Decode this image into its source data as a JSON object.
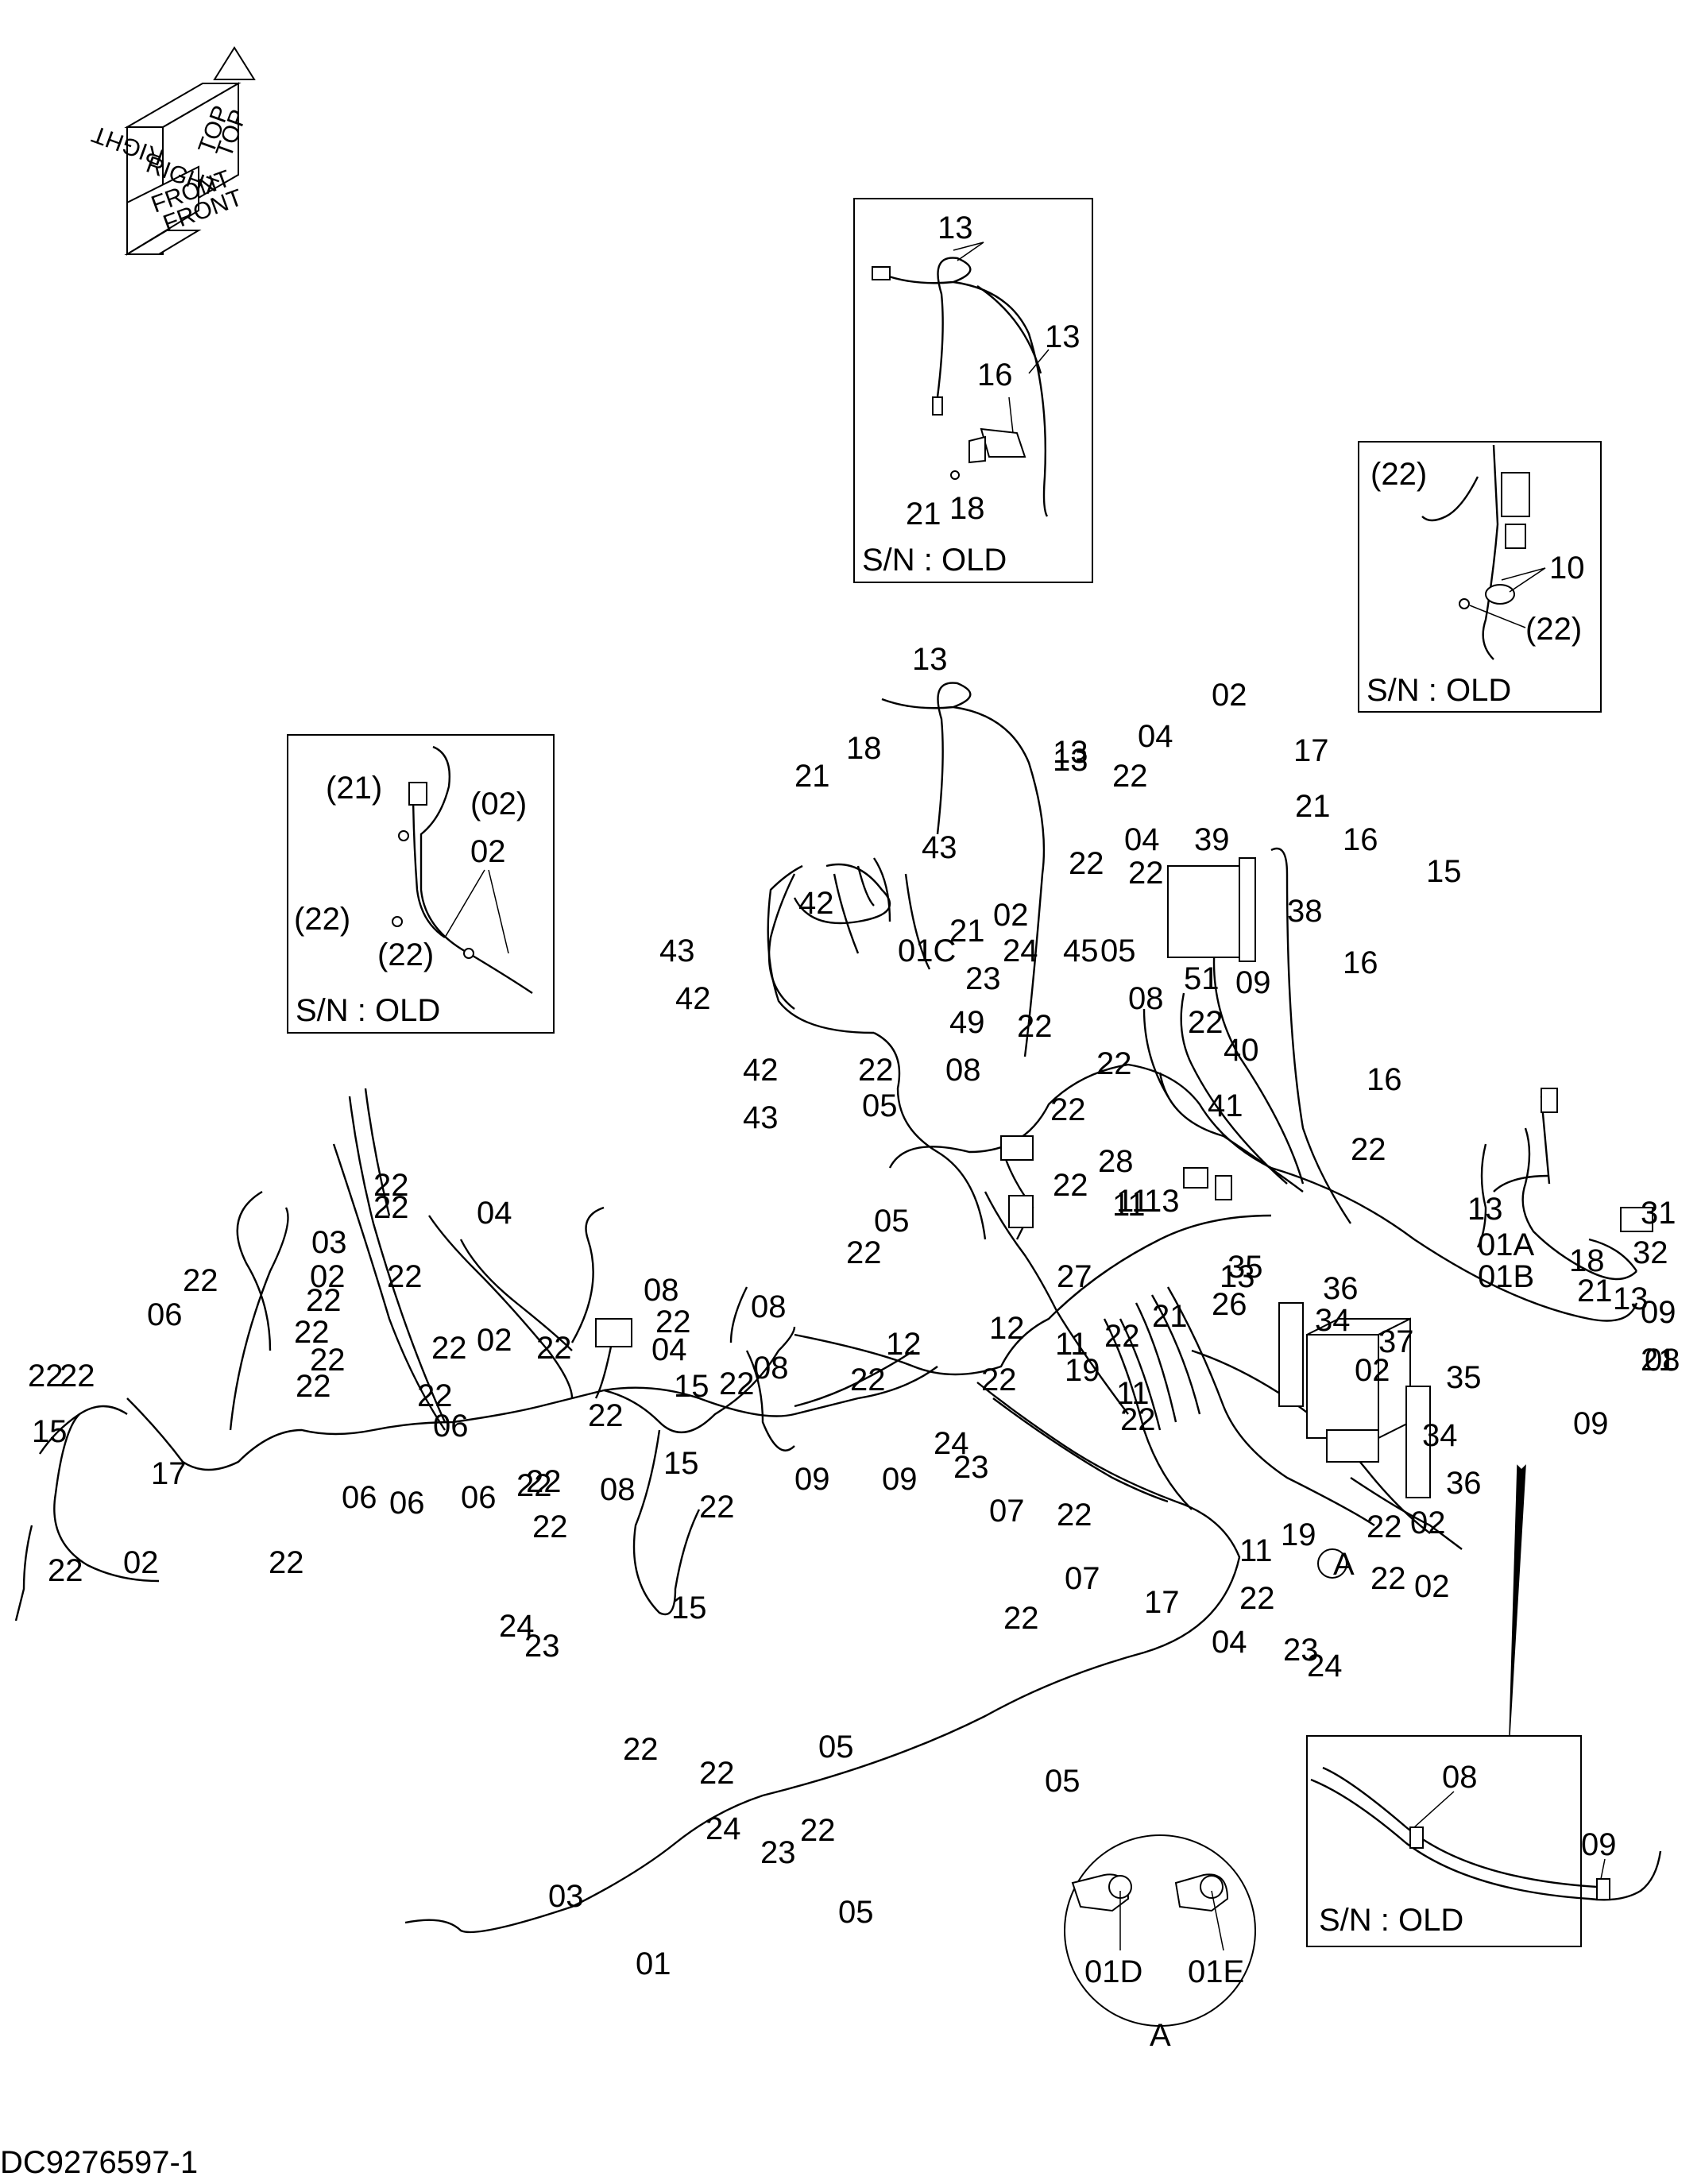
{
  "document": {
    "number": "DC9276597-1"
  },
  "orientation_cube": {
    "labels": [
      "TOP",
      "TOP",
      "RIGHT",
      "RIGHT",
      "FRONT",
      "FRONT"
    ]
  },
  "insets": {
    "old_top": {
      "caption": "S/N : OLD",
      "labels": [
        "13",
        "13",
        "16",
        "21",
        "18"
      ]
    },
    "old_left": {
      "caption": "S/N : OLD",
      "labels": [
        "(21)",
        "(02)",
        "02",
        "(22)",
        "(22)"
      ]
    },
    "old_right": {
      "caption": "S/N : OLD",
      "labels": [
        "(22)",
        "10",
        "(22)"
      ]
    },
    "old_bottom": {
      "caption": "S/N : OLD",
      "labels": [
        "08",
        "09"
      ]
    },
    "detail_a": {
      "caption": "A",
      "labels": [
        "01D",
        "01E"
      ]
    }
  },
  "callouts": [
    "13",
    "13",
    "21",
    "18",
    "13",
    "43",
    "42",
    "21",
    "02",
    "43",
    "42",
    "01C",
    "24",
    "45",
    "05",
    "23",
    "22",
    "42",
    "43",
    "49",
    "22",
    "08",
    "05",
    "22",
    "04",
    "02",
    "17",
    "22",
    "21",
    "04",
    "39",
    "16",
    "15",
    "22",
    "22",
    "38",
    "16",
    "51",
    "09",
    "08",
    "22",
    "40",
    "16",
    "22",
    "41",
    "22",
    "28",
    "11",
    "13",
    "05",
    "22",
    "27",
    "11",
    "13",
    "35",
    "36",
    "34",
    "22",
    "12",
    "26",
    "21",
    "37",
    "12",
    "22",
    "11",
    "19",
    "35",
    "22",
    "09",
    "22",
    "22",
    "34",
    "24",
    "11",
    "23",
    "07",
    "36",
    "22",
    "07",
    "22",
    "02",
    "19",
    "22",
    "02",
    "11",
    "22",
    "17",
    "04",
    "23",
    "24",
    "13",
    "31",
    "32",
    "13",
    "01A",
    "01B",
    "18",
    "21",
    "09",
    "08",
    "09",
    "21",
    "02",
    "22",
    "22",
    "03",
    "02",
    "04",
    "22",
    "02",
    "22",
    "08",
    "22",
    "22",
    "22",
    "22",
    "06",
    "22",
    "22",
    "22",
    "22",
    "06",
    "04",
    "22",
    "15",
    "22",
    "08",
    "22",
    "15",
    "22",
    "15",
    "22",
    "02",
    "17",
    "22",
    "06",
    "06",
    "22",
    "06",
    "22",
    "08",
    "22",
    "08",
    "09",
    "22",
    "15",
    "24",
    "23",
    "22",
    "22",
    "22",
    "23",
    "24",
    "03",
    "01",
    "05",
    "05",
    "05",
    "A",
    "22"
  ]
}
